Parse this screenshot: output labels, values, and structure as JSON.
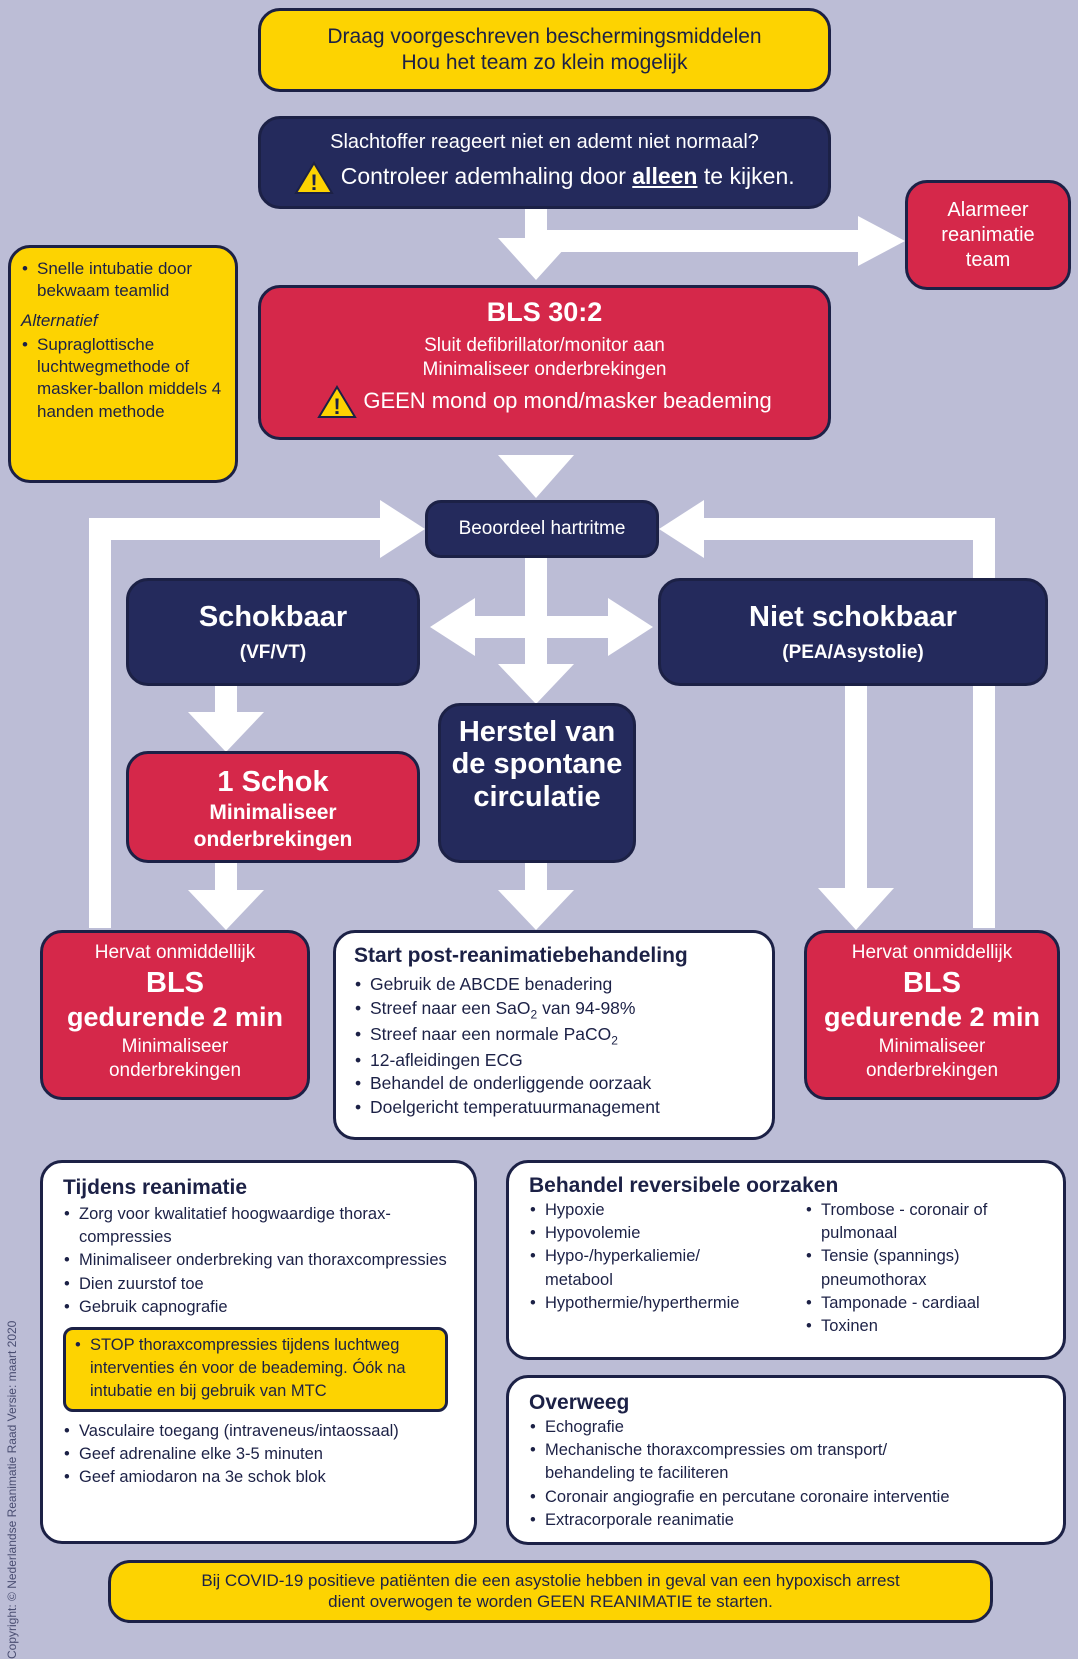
{
  "ppe": {
    "line1": "Draag voorgeschreven beschermingsmiddelen",
    "line2": "Hou het team zo klein mogelijk"
  },
  "check": {
    "line1": "Slachtoffer reageert niet en ademt niet normaal?",
    "line2_a": "Controleer ademhaling door ",
    "line2_b": "alleen",
    "line2_c": " te kijken."
  },
  "alarm": {
    "text": "Alarmeer reanimatie team"
  },
  "airway": {
    "item1": "Snelle intubatie door bekwaam teamlid",
    "alt": "Alternatief",
    "item2": "Supraglottische luchtwegmethode of masker-ballon middels 4 handen methode"
  },
  "bls": {
    "title": "BLS 30:2",
    "line1": "Sluit defibrillator/monitor aan",
    "line2": "Minimaliseer onderbrekingen",
    "warning": "GEEN mond op mond/masker beademing"
  },
  "rhythm": {
    "text": "Beoordeel hartritme"
  },
  "shockable": {
    "title": "Schokbaar",
    "sub": "(VF/VT)"
  },
  "nonshockable": {
    "title": "Niet schokbaar",
    "sub": "(PEA/Asystolie)"
  },
  "rosc": {
    "text": "Herstel van de spontane circulatie"
  },
  "shock": {
    "title": "1 Schok",
    "line1": "Minimaliseer",
    "line2": "onderbrekingen"
  },
  "resume_left": {
    "line1": "Hervat onmiddellijk",
    "line2": "BLS",
    "line3": "gedurende 2 min",
    "line4": "Minimaliseer",
    "line5": "onderbrekingen"
  },
  "resume_right": {
    "line1": "Hervat onmiddellijk",
    "line2": "BLS",
    "line3": "gedurende 2 min",
    "line4": "Minimaliseer",
    "line5": "onderbrekingen"
  },
  "post": {
    "title": "Start post-reanimatiebehandeling",
    "items": [
      "Gebruik de ABCDE benadering",
      {
        "pre": "Streef naar een SaO",
        "sub": "2",
        "post": " van 94-98%"
      },
      {
        "pre": "Streef naar een normale PaCO",
        "sub": "2",
        "post": ""
      },
      "12-afleidingen ECG",
      "Behandel de onderliggende oorzaak",
      "Doelgericht temperatuurmanagement"
    ]
  },
  "during": {
    "title": "Tijdens reanimatie",
    "items": [
      "Zorg voor kwalitatief hoogwaardige thorax-compressies",
      "Minimaliseer onderbreking van thoraxcompressies",
      "Dien zuurstof toe",
      "Gebruik capnografie"
    ],
    "stop": "STOP thoraxcompressies tijdens luchtweg interventies én voor de beademing. Óók na intubatie en bij gebruik van MTC",
    "items2": [
      "Vasculaire toegang (intraveneus/intaossaal)",
      "Geef adrenaline elke 3-5 minuten",
      "Geef amiodaron na 3e schok blok"
    ]
  },
  "reversible": {
    "title": "Behandel reversibele oorzaken",
    "col1": [
      "Hypoxie",
      "Hypovolemie",
      "Hypo-/hyperkaliemie/ metabool",
      "Hypothermie/hyperthermie"
    ],
    "col2": [
      "Trombose - coronair of pulmonaal",
      "Tensie (spannings) pneumothorax",
      "Tamponade - cardiaal",
      "Toxinen"
    ]
  },
  "consider": {
    "title": "Overweeg",
    "items": [
      "Echografie",
      "Mechanische thoraxcompressies om transport/ behandeling te faciliteren",
      "Coronair angiografie en percutane coronaire interventie",
      "Extracorporale reanimatie"
    ]
  },
  "covid": {
    "line1": "Bij COVID-19 positieve patiënten die een asystolie hebben in geval van een hypoxisch arrest",
    "line2": "dient overwogen te worden GEEN REANIMATIE te starten."
  },
  "copyright": {
    "text": "Copyright: © Nederlandse Reanimatie Raad   Versie: maart 2020"
  },
  "colors": {
    "yellow": "#fdd301",
    "navy": "#242a5c",
    "red": "#d5284a",
    "background": "#bcbdd6",
    "arrow": "#ffffff"
  }
}
